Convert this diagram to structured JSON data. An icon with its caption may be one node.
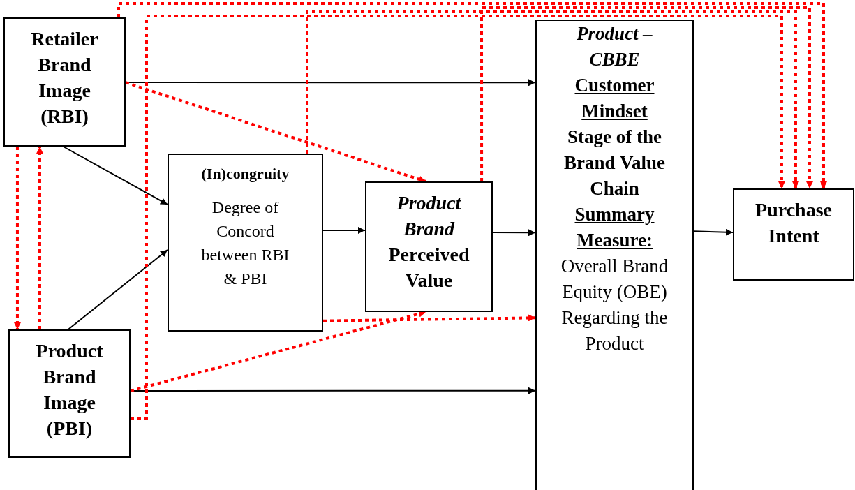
{
  "diagram": {
    "nodes": [
      {
        "text": [
          "Retailer Brand Image (RBI)"
        ]
      },
      {
        "text": [
          "(In)congruity",
          "Degree of Concord between RBI & PBI"
        ]
      },
      {
        "text": [
          "Product Brand Image (PBI)"
        ]
      },
      {
        "text": [
          "*Product Brand* Perceived Value"
        ]
      },
      {
        "text": [
          "Product – CBBE",
          "Customer Mindset",
          "Stage of the Brand Value Chain",
          "Summary Measure:",
          "Overall Brand Equity (OBE) Regarding the Product"
        ]
      },
      {
        "text": [
          "Purchase Intent"
        ]
      }
    ],
    "edges": [
      {
        "from": 0,
        "to": 4,
        "arrow": "to",
        "color": "#000000"
      },
      {
        "from": 0,
        "to": 1,
        "arrow": "to",
        "color": "#000000"
      },
      {
        "from": 2,
        "to": 1,
        "arrow": "to",
        "color": "#000000"
      },
      {
        "from": 1,
        "to": 3,
        "arrow": "to",
        "color": "#000000"
      },
      {
        "from": 3,
        "to": 4,
        "arrow": "to",
        "color": "#000000"
      },
      {
        "from": 4,
        "to": 5,
        "arrow": "to",
        "color": "#000000"
      },
      {
        "from": 2,
        "to": 4,
        "arrow": "to",
        "color": "#000000"
      },
      {
        "from": 0,
        "to": 2,
        "arrow": "to",
        "style": "dashed",
        "color": "#ff0000"
      },
      {
        "from": 2,
        "to": 0,
        "arrow": "to",
        "style": "dashed",
        "color": "#ff0000"
      },
      {
        "from": 0,
        "to": 3,
        "arrow": "to",
        "style": "dashed",
        "color": "#ff0000"
      },
      {
        "from": 0,
        "to": 5,
        "arrow": "to",
        "style": "dashed",
        "color": "#ff0000"
      },
      {
        "from": 3,
        "to": 5,
        "arrow": "to",
        "style": "dashed",
        "color": "#ff0000"
      },
      {
        "from": 1,
        "to": 4,
        "arrow": "to",
        "style": "dashed",
        "color": "#ff0000"
      },
      {
        "from": 1,
        "to": 5,
        "arrow": "to",
        "style": "dashed",
        "color": "#ff0000"
      },
      {
        "from": 2,
        "to": 3,
        "arrow": "to",
        "style": "dashed",
        "color": "#ff0000"
      },
      {
        "from": 2,
        "to": 5,
        "arrow": "to",
        "style": "dashed",
        "color": "#ff0000"
      }
    ]
  }
}
